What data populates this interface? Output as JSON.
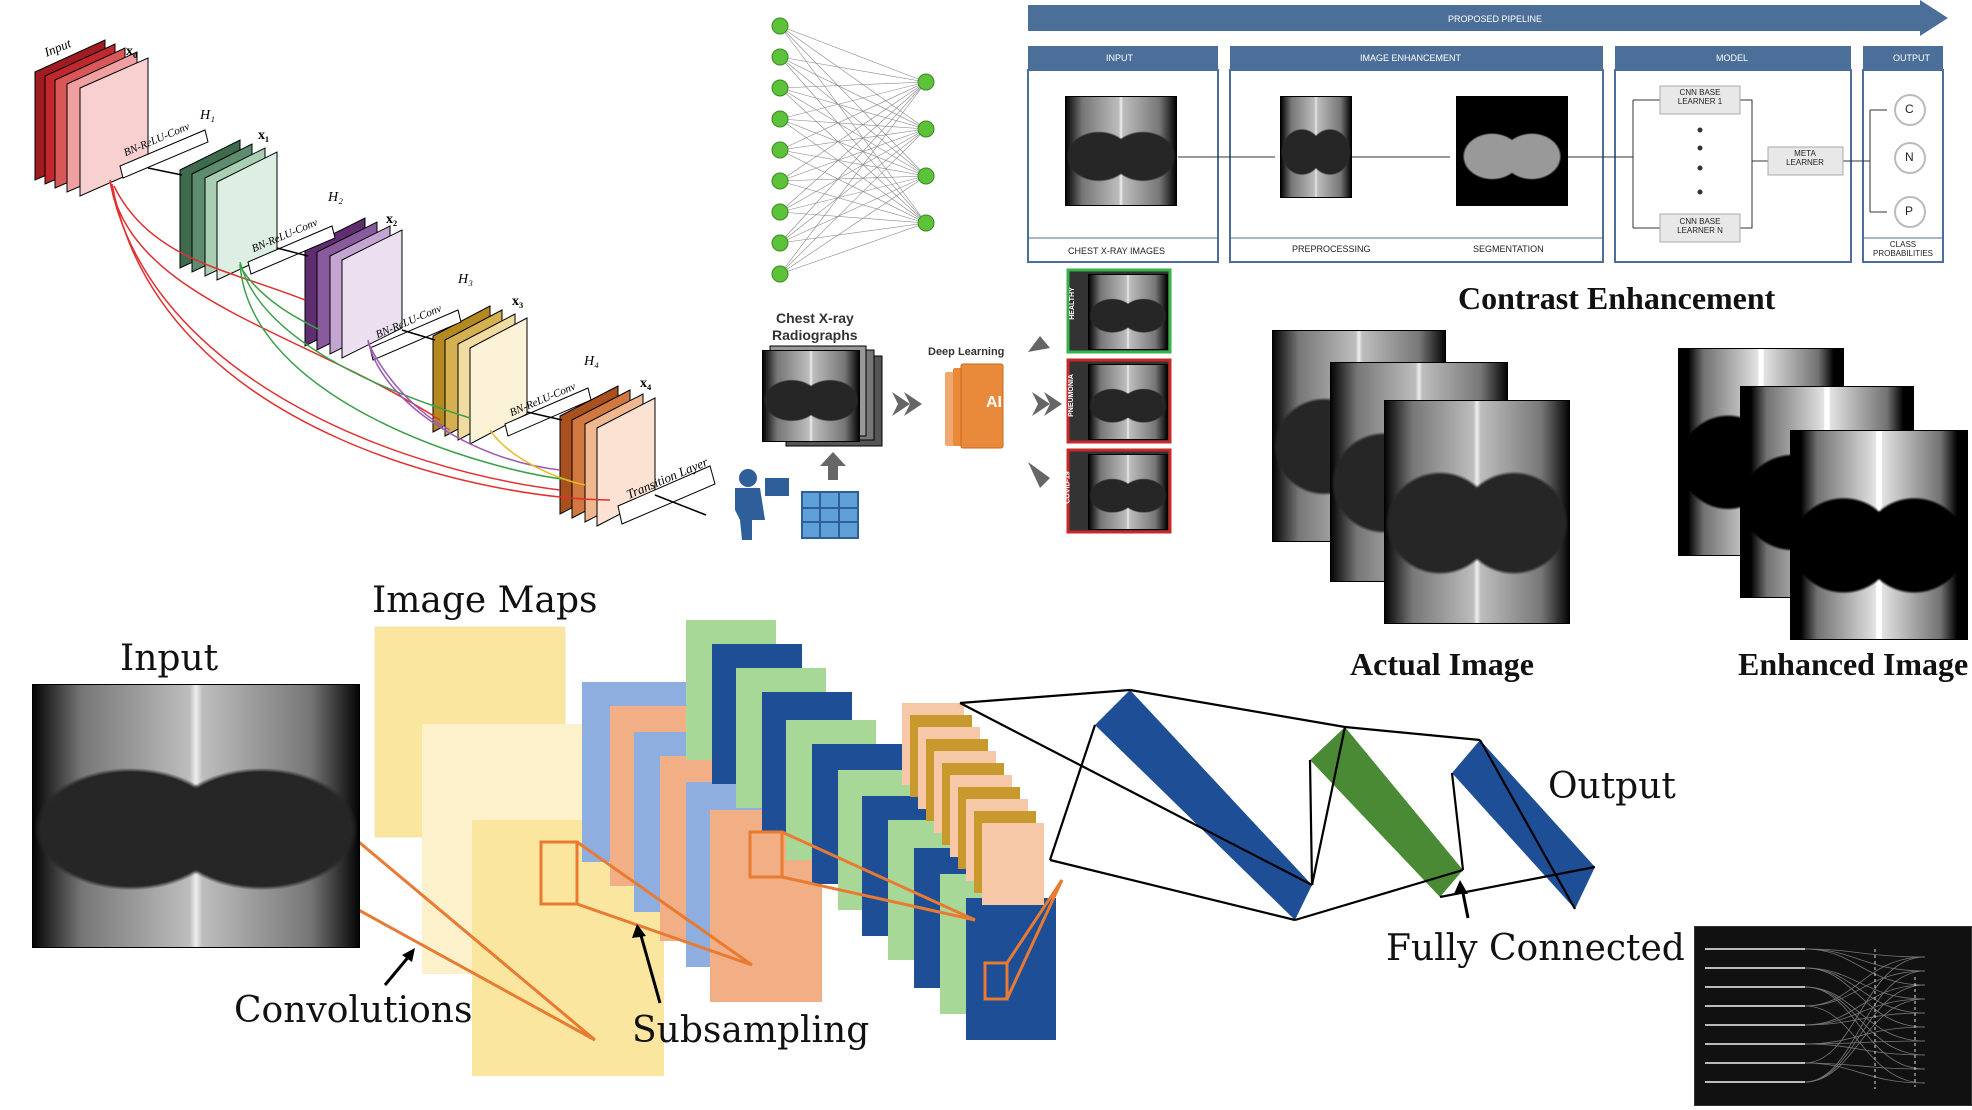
{
  "densenet": {
    "input_label": "Input",
    "x0": "x₀",
    "x1": "x₁",
    "x2": "x₂",
    "x3": "x₃",
    "x4": "x₄",
    "h1": "H₁",
    "h2": "H₂",
    "h3": "H₃",
    "h4": "H₄",
    "conv_label": "BN-ReLU-Conv",
    "transition_label": "Transition Layer",
    "colors": {
      "block0": "#c0282d",
      "block1": "#4d7a5e",
      "block2": "#7b4d8a",
      "block3": "#c9a030",
      "block4": "#c86a3a",
      "red": "#e03030",
      "green": "#3aa048",
      "purple": "#9a5ab0",
      "yellow": "#e8b820"
    }
  },
  "ai_panel": {
    "xray_title_line1": "Chest X-ray",
    "xray_title_line2": "Radiographs",
    "dl_label": "Deep Learning",
    "ai_badge": "AI",
    "classes": [
      "HEALTHY",
      "PNEUMONIA",
      "COVID-19"
    ],
    "class_colors": [
      "#36b24a",
      "#c82828",
      "#c82828"
    ],
    "ai_color": "#e88a3a"
  },
  "pipeline": {
    "banner": "PROPOSED PIPELINE",
    "sections": [
      "INPUT",
      "IMAGE ENHANCEMENT",
      "MODEL",
      "OUTPUT"
    ],
    "input_caption": "CHEST X-RAY IMAGES",
    "pre_caption": "PREPROCESSING",
    "seg_caption": "SEGMENTATION",
    "learner1": "CNN BASE LEARNER 1",
    "learnerN": "CNN BASE LEARNER N",
    "meta": "META LEARNER",
    "outputs": [
      "C",
      "N",
      "P"
    ],
    "output_caption": "CLASS PROBABILITIES",
    "header_color": "#4c6f9a"
  },
  "contrast": {
    "title": "Contrast Enhancement",
    "actual": "Actual Image",
    "enhanced": "Enhanced Image"
  },
  "cnn": {
    "image_maps": "Image Maps",
    "input": "Input",
    "convolutions": "Convolutions",
    "subsampling": "Subsampling",
    "output": "Output",
    "fully_connected": "Fully Connected",
    "colors": {
      "yellow": "#fbe6a0",
      "orange": "#f2ae84",
      "blue_light": "#8eaee0",
      "green_light": "#a8d898",
      "blue_dark": "#1e4f96",
      "gold": "#c89a2e",
      "peach": "#f6c8a8",
      "green_dark": "#4a8a34",
      "highlight": "#e87a32"
    }
  }
}
